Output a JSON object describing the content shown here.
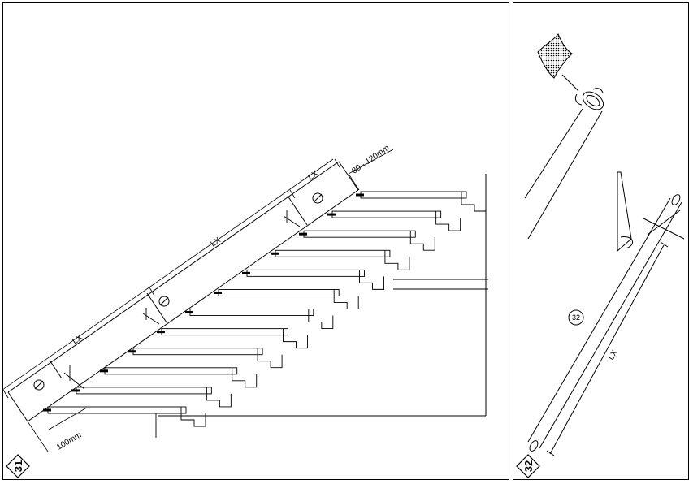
{
  "figure_31": {
    "step_number": "31",
    "dim_spacing": "80 - 120mm",
    "dim_offset": "100mm",
    "length_label": "LX"
  },
  "figure_32": {
    "step_number": "32",
    "callout": "32",
    "length_label": "LX"
  }
}
